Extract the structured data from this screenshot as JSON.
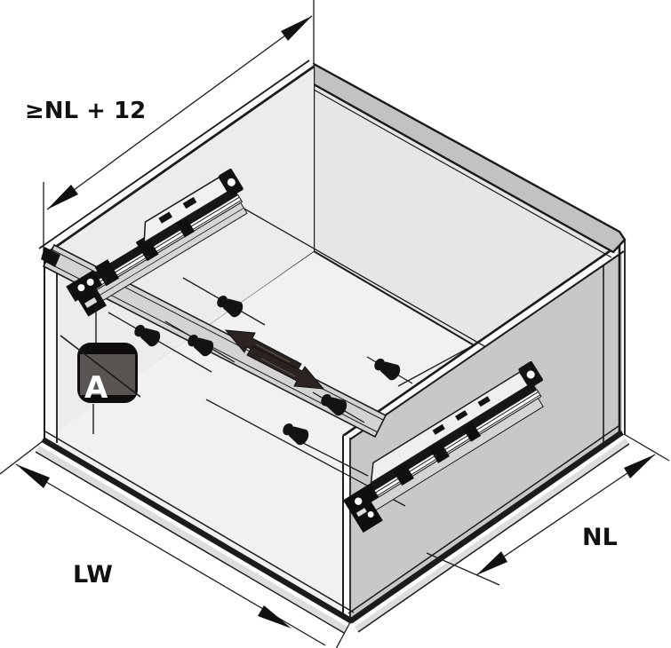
{
  "diagram": {
    "type": "furniture-assembly-isometric",
    "subject": "cabinet carcass with two concealed drawer runners",
    "labels": {
      "top_clearance": "≥NL + 12",
      "width": "LW",
      "depth": "NL",
      "detail": "A"
    },
    "icons": [
      "dimension-arrow-icon",
      "slide-direction-arrows-icon",
      "mounting-pin-icon",
      "drawer-runner-icon",
      "detail-marker-badge"
    ],
    "counts": {
      "mounting_pins": 6,
      "drawer_runners": 2,
      "dimension_lines": 3
    },
    "colors": {
      "background": "#ffffff",
      "line": "#1b1b1b",
      "left_wall": "#ececec",
      "back_panel": "#e6e6e6",
      "bottom_panel": "#f1f1f1",
      "right_wall": "#c8c8c8",
      "top_rail": "#c2c2c2",
      "front_rail": "#d3d3d3",
      "plinth_strip": "#dddddd",
      "marker_badge_outer": "#0f0d0c",
      "marker_badge_inner": "#5a5452",
      "marker_letter": "#ffffff",
      "direction_arrow": "#2a2320"
    }
  }
}
